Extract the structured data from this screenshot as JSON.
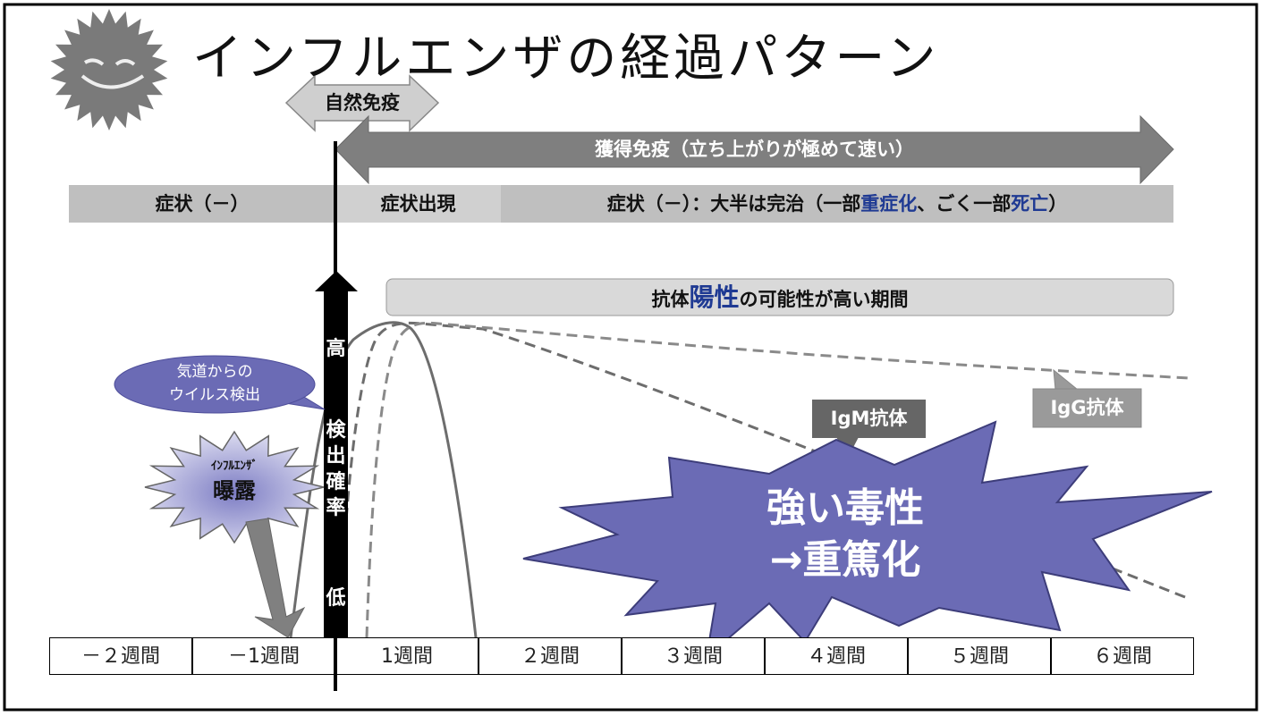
{
  "title": "インフルエンザの経過パターン",
  "innate_immunity": "自然免疫",
  "acquired_immunity": "獲得免疫（立ち上がりが極めて速い）",
  "symptoms": {
    "before": "症状（－）",
    "onset": "症状出現",
    "after_prefix": "症状（－）：大半は完治（一部",
    "after_severe": "重症化",
    "after_mid": "、ごく一部",
    "after_death": "死亡",
    "after_suffix": "）"
  },
  "antibody_period": {
    "prefix": "抗体",
    "positive": "陽性",
    "suffix": "の可能性が高い期間"
  },
  "detection_axis": {
    "high": "高",
    "label": [
      "検",
      "出",
      "確",
      "率"
    ],
    "low": "低"
  },
  "airway_callout": {
    "line1": "気道からの",
    "line2": "ウイルス検出"
  },
  "exposure": {
    "small": "ｲﾝﾌﾙｴﾝｻﾞ",
    "main": "曝露"
  },
  "igm_label": "IgM抗体",
  "igg_label": "IgG抗体",
  "virulence": {
    "line1": "強い毒性",
    "line2": "→重篤化"
  },
  "timeline": [
    "－２週間",
    "－1週間",
    "1週間",
    "２週間",
    "３週間",
    "４週間",
    "５週間",
    "６週間"
  ],
  "colors": {
    "accent_blue": "#1f3a93",
    "callout": "#6b6bb5",
    "dark_gray": "#7f7f7f",
    "bar_gray": "#bfbfbf"
  }
}
